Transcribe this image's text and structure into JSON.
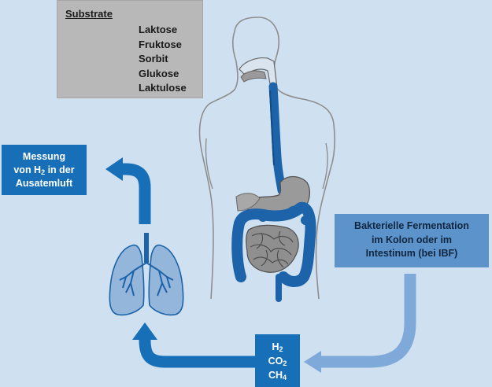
{
  "substrates": {
    "title": "Substrate",
    "items": [
      "Laktose",
      "Fruktose",
      "Sorbit",
      "Glukose",
      "Laktulose"
    ]
  },
  "measurement": {
    "line1": "Messung",
    "line2_pre": "von H",
    "line2_sub": "2",
    "line2_post": " in der",
    "line3": "Ausatemluft"
  },
  "fermentation": {
    "line1": "Bakterielle Fermentation",
    "line2": "im Kolon oder im",
    "line3": "Intestinum (bei IBF)"
  },
  "gases": [
    {
      "base": "H",
      "sub": "2"
    },
    {
      "base": "CO",
      "sub": "2"
    },
    {
      "base": "CH",
      "sub": "4"
    }
  ],
  "colors": {
    "background": "#cfe1f0",
    "dark_blue": "#176fb8",
    "mid_blue": "#5c93cb",
    "light_blue_arrow": "#7fa9d8",
    "gray_box": "#b8b8b8",
    "organ_gray": "#9a9a9a",
    "outline_gray": "#8e8e8e"
  }
}
